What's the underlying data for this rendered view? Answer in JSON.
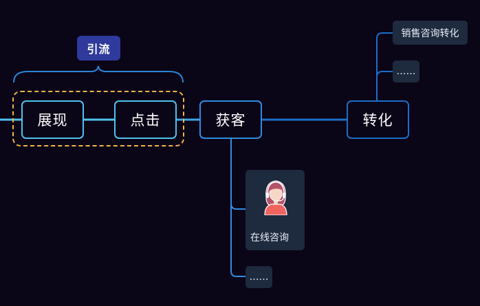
{
  "group": {
    "label": "引流"
  },
  "nodes": {
    "exposure": "展现",
    "click": "点击",
    "acquire": "获客",
    "convert": "转化"
  },
  "acquire_children": {
    "online_consult": "在线咨询",
    "more": "……"
  },
  "convert_children": {
    "sales_consult": "销售咨询转化",
    "more": "……"
  },
  "colors": {
    "background": "#0a0517",
    "link_light": "#4fc3f0",
    "link_mid": "#2f8ee3",
    "link_dark": "#1b6fc9",
    "group_border": "#f3b54a",
    "badge": "#2f3a9c",
    "leaf_bg": "#1e2a3e"
  },
  "icons": {
    "consultant": "customer-service-agent-icon"
  }
}
